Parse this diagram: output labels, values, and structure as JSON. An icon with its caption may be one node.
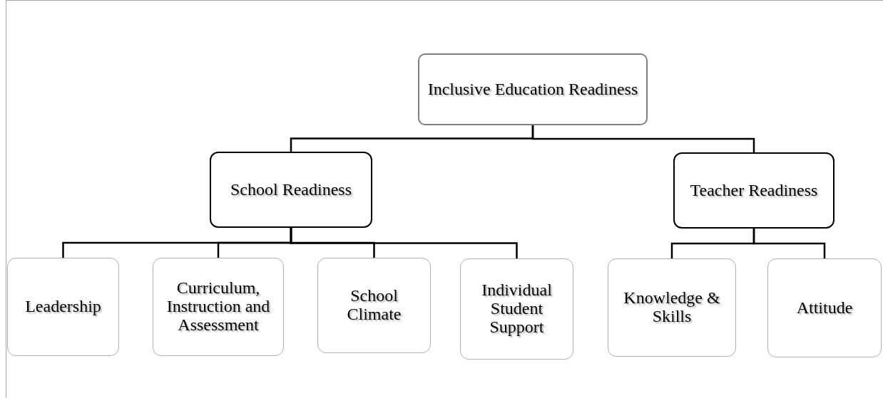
{
  "diagram": {
    "nodes": [
      {
        "text": [
          "Inclusive Education Readiness"
        ]
      },
      {
        "text": [
          "School Readiness"
        ]
      },
      {
        "text": [
          "Teacher Readiness"
        ]
      },
      {
        "text": [
          "Leadership"
        ]
      },
      {
        "text": [
          "Curriculum, Instruction and Assessment"
        ]
      },
      {
        "text": [
          "School Climate"
        ]
      },
      {
        "text": [
          "Individual Student Support"
        ]
      },
      {
        "text": [
          "Knowledge & Skills"
        ]
      },
      {
        "text": [
          "Attitude"
        ]
      }
    ],
    "edges": [
      {
        "from": 0,
        "to": 1,
        "arrow": "none"
      },
      {
        "from": 0,
        "to": 2,
        "arrow": "none"
      },
      {
        "from": 1,
        "to": 3,
        "arrow": "none"
      },
      {
        "from": 1,
        "to": 4,
        "arrow": "none"
      },
      {
        "from": 1,
        "to": 5,
        "arrow": "none"
      },
      {
        "from": 1,
        "to": 6,
        "arrow": "none"
      },
      {
        "from": 2,
        "to": 7,
        "arrow": "none"
      },
      {
        "from": 2,
        "to": 8,
        "arrow": "none"
      }
    ]
  }
}
